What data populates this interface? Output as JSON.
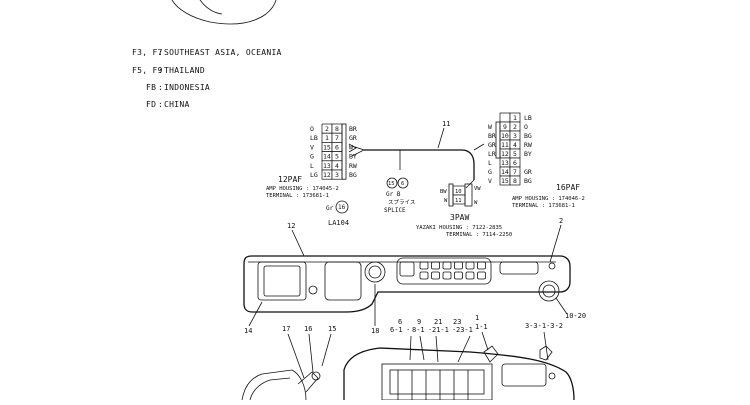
{
  "region_notes": [
    {
      "code": "F3, F7",
      "text": "SOUTHEAST ASIA, OCEANIA"
    },
    {
      "code": "F5, F9",
      "text": "THAILAND"
    },
    {
      "code": "FB",
      "text": "INDONESIA"
    },
    {
      "code": "FD",
      "text": "CHINA"
    }
  ],
  "harness_callout": "11",
  "connector_12paf": {
    "title": "12PAF",
    "housing": "AMP HOUSING : 174045-2",
    "terminal": "TERMINAL : 173681-1",
    "rows": [
      {
        "color": "O",
        "pins": [
          "2",
          "8"
        ],
        "right": "BR"
      },
      {
        "color": "LB",
        "pins": [
          "1",
          "7"
        ],
        "right": "GR"
      },
      {
        "color": "V",
        "pins": [
          "15",
          "6"
        ],
        "right": "W"
      },
      {
        "color": "G",
        "pins": [
          "14",
          "5"
        ],
        "right": "BY"
      },
      {
        "color": "L",
        "pins": [
          "13",
          "4"
        ],
        "right": "RW"
      },
      {
        "color": "LG",
        "pins": [
          "12",
          "3"
        ],
        "right": "BG"
      }
    ],
    "gr_label": "Gr",
    "gr_pin": "16"
  },
  "connector_16paf": {
    "title": "16PAF",
    "housing": "AMP HOUSING : 174046-2",
    "terminal": "TERMINAL : 173681-1",
    "rows": [
      {
        "left": "",
        "pins": [
          "",
          "1"
        ],
        "color": "LB"
      },
      {
        "left": "W",
        "pins": [
          "9",
          "2"
        ],
        "color": "O"
      },
      {
        "left": "BR",
        "pins": [
          "10",
          "3"
        ],
        "color": "BG"
      },
      {
        "left": "GR",
        "pins": [
          "11",
          "4"
        ],
        "color": "RW"
      },
      {
        "left": "LR",
        "pins": [
          "12",
          "5"
        ],
        "color": "BY"
      },
      {
        "left": "L",
        "pins": [
          "13",
          "6"
        ],
        "color": ""
      },
      {
        "left": "G",
        "pins": [
          "14",
          "7"
        ],
        "color": "GR"
      },
      {
        "left": "V",
        "pins": [
          "15",
          "8"
        ],
        "color": "BG"
      }
    ]
  },
  "connector_3paw": {
    "title": "3PAW",
    "housing": "YAZAKI HOUSING : 7122-2835",
    "terminal": "TERMINAL : 7114-2250",
    "pins": [
      "10",
      "11"
    ],
    "left_top": "BW",
    "left_bottom": "W",
    "right_top": "VW",
    "right_bottom": "W"
  },
  "splice": {
    "pins": [
      "15",
      "6"
    ],
    "colors": "Gr  B",
    "jp_label": "スプライス",
    "label": "SPLICE"
  },
  "la104_label": "LA104",
  "panel_callouts": {
    "c12": "12",
    "c2": "2",
    "c10_20": "10-20",
    "c14": "14",
    "c18": "18",
    "c17": "17",
    "c16": "16",
    "c15": "15",
    "c6": "6",
    "c6_1": "6-1",
    "c9": "9",
    "c8_1": "8-1",
    "c21": "21",
    "c21_1": "21-1",
    "c23": "23",
    "c23_1": "23-1",
    "c1": "1",
    "c1_1": "1-1",
    "c3": "3-3-1-3-2"
  }
}
